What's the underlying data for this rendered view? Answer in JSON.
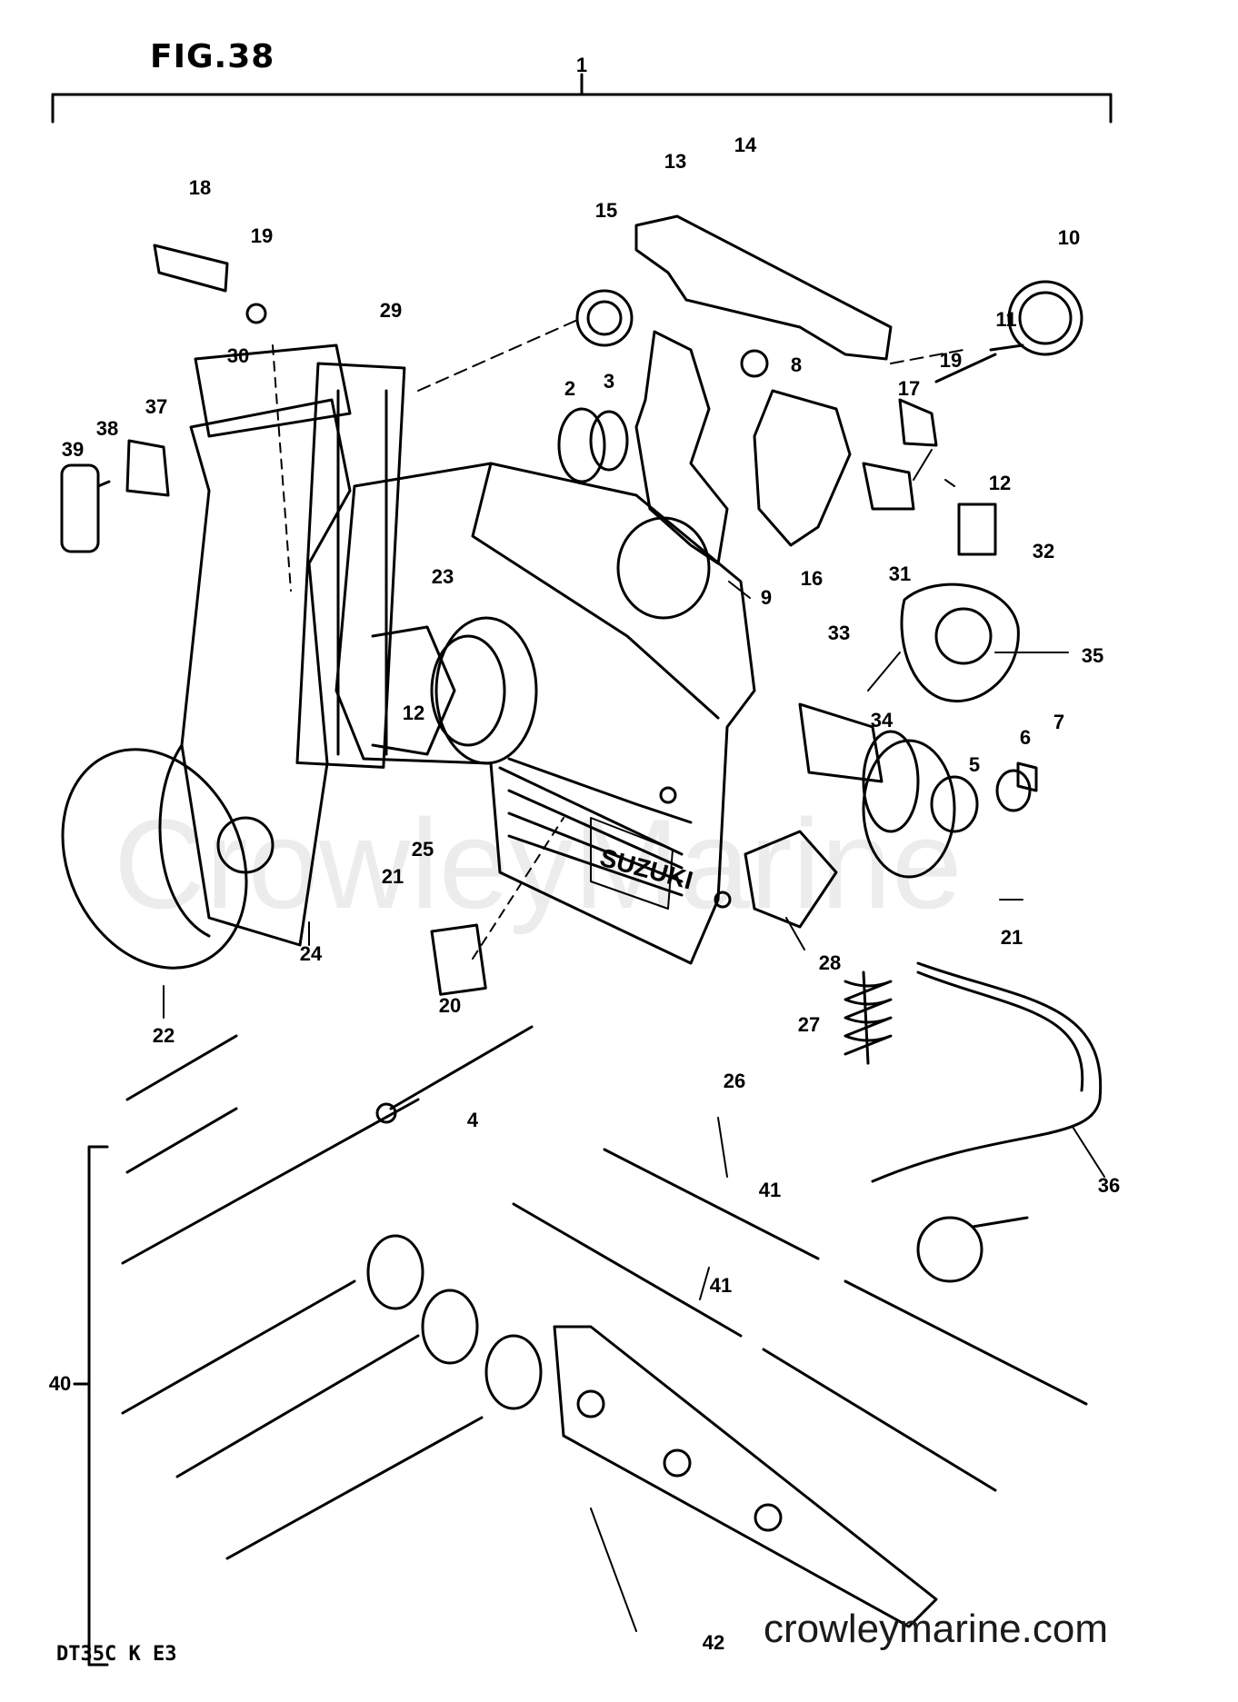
{
  "figure": {
    "title": "FIG.38",
    "model_code": "DT35C K E3"
  },
  "watermark": {
    "text": "CrowleyMarine",
    "site": "crowleymarine.com"
  },
  "callouts": [
    {
      "id": "1",
      "label": "1"
    },
    {
      "id": "2",
      "label": "2"
    },
    {
      "id": "3",
      "label": "3"
    },
    {
      "id": "4",
      "label": "4"
    },
    {
      "id": "5",
      "label": "5"
    },
    {
      "id": "6",
      "label": "6"
    },
    {
      "id": "7",
      "label": "7"
    },
    {
      "id": "8",
      "label": "8"
    },
    {
      "id": "9",
      "label": "9"
    },
    {
      "id": "10",
      "label": "10"
    },
    {
      "id": "11",
      "label": "11"
    },
    {
      "id": "12a",
      "label": "12"
    },
    {
      "id": "12b",
      "label": "12"
    },
    {
      "id": "13",
      "label": "13"
    },
    {
      "id": "14",
      "label": "14"
    },
    {
      "id": "15",
      "label": "15"
    },
    {
      "id": "16",
      "label": "16"
    },
    {
      "id": "17",
      "label": "17"
    },
    {
      "id": "18",
      "label": "18"
    },
    {
      "id": "19a",
      "label": "19"
    },
    {
      "id": "19b",
      "label": "19"
    },
    {
      "id": "20",
      "label": "20"
    },
    {
      "id": "21a",
      "label": "21"
    },
    {
      "id": "21b",
      "label": "21"
    },
    {
      "id": "22",
      "label": "22"
    },
    {
      "id": "23",
      "label": "23"
    },
    {
      "id": "24",
      "label": "24"
    },
    {
      "id": "25",
      "label": "25"
    },
    {
      "id": "26",
      "label": "26"
    },
    {
      "id": "27",
      "label": "27"
    },
    {
      "id": "28",
      "label": "28"
    },
    {
      "id": "29",
      "label": "29"
    },
    {
      "id": "30",
      "label": "30"
    },
    {
      "id": "31",
      "label": "31"
    },
    {
      "id": "32",
      "label": "32"
    },
    {
      "id": "33",
      "label": "33"
    },
    {
      "id": "34",
      "label": "34"
    },
    {
      "id": "35",
      "label": "35"
    },
    {
      "id": "36",
      "label": "36"
    },
    {
      "id": "37",
      "label": "37"
    },
    {
      "id": "38",
      "label": "38"
    },
    {
      "id": "39",
      "label": "39"
    },
    {
      "id": "40",
      "label": "40"
    },
    {
      "id": "41a",
      "label": "41"
    },
    {
      "id": "41b",
      "label": "41"
    },
    {
      "id": "42",
      "label": "42"
    }
  ],
  "housing_badge": "SUZUKI"
}
